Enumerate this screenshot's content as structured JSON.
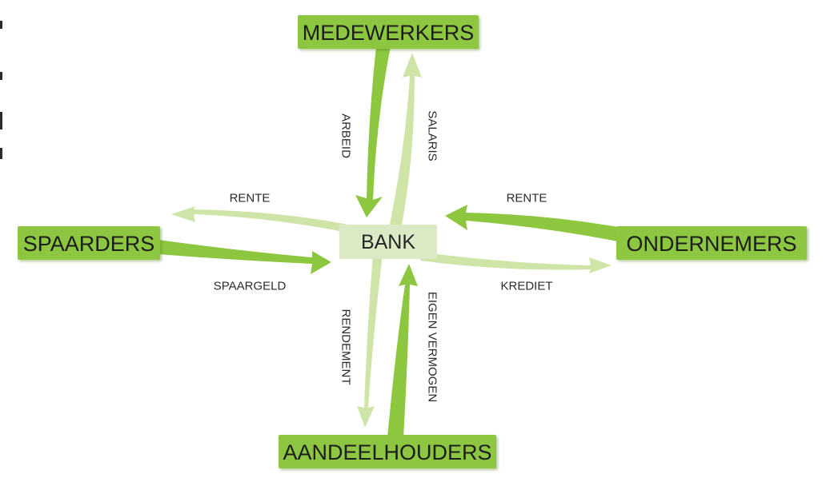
{
  "colors": {
    "node_fill": "#8dc63f",
    "node_shadow": "#6a9a2c",
    "bank_fill": "#dbeac4",
    "arrow_light": "#cfe5a8",
    "arrow_dark": "#8dc63f"
  },
  "nodes": {
    "top": "MEDEWERKERS",
    "left": "SPAARDERS",
    "right": "ONDERNEMERS",
    "bottom": "AANDEELHOUDERS",
    "center": "BANK"
  },
  "edges": {
    "arbeid": "ARBEID",
    "salaris": "SALARIS",
    "rente_left": "RENTE",
    "spaargeld": "SPAARGELD",
    "rente_right": "RENTE",
    "krediet": "KREDIET",
    "rendement": "RENDEMENT",
    "eigen_vermogen": "EIGEN VERMOGEN"
  }
}
